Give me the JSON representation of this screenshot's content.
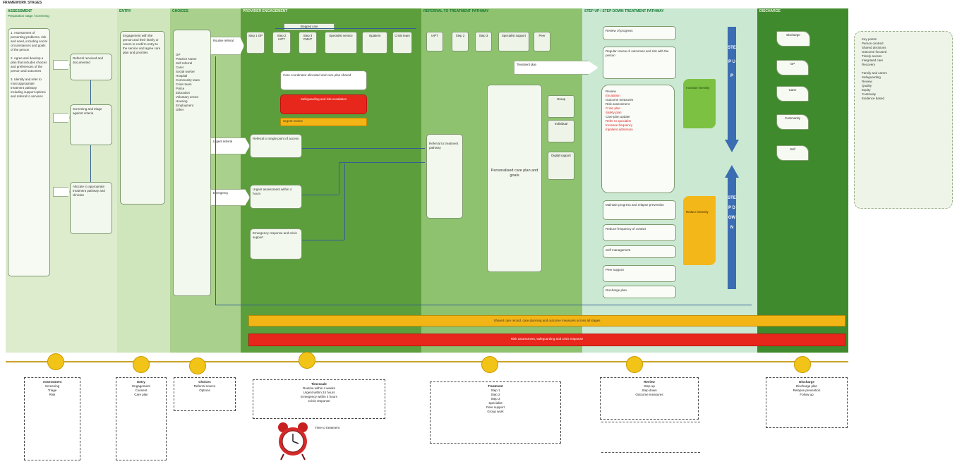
{
  "page_title": "FRAMEWORK STAGES",
  "columns": [
    {
      "title": "ASSESSMENT",
      "subtitle": "Preparation stage / screening",
      "color": "#dceccd"
    },
    {
      "title": "ENTRY",
      "subtitle": "",
      "color": "#cfe5bc"
    },
    {
      "title": "CHOICES",
      "subtitle": "",
      "color": "#a9d08c"
    },
    {
      "title": "PROVIDER ENGAGEMENT",
      "subtitle": "",
      "color": "#5c9e3c"
    },
    {
      "title": "REFERRAL TO TREATMENT PATHWAY",
      "subtitle": "",
      "color": "#8fc26f"
    },
    {
      "title": "STEP UP / STEP DOWN TREATMENT PATHWAY",
      "subtitle": "",
      "color": "#cbe9d2"
    },
    {
      "title": "DISCHARGE",
      "subtitle": "",
      "color": "#3f8a2c"
    }
  ],
  "assessment": {
    "steps": [
      "1. Assessment of presenting problems, risk and need, including social circumstances and goals of the person",
      "2. Agree and develop a plan that includes choices and preferences of the person and outcomes",
      "3. Identify and refer to most appropriate treatment pathway including support options and referral to services"
    ],
    "boxes": [
      "Referral received and documented",
      "Screening and triage against criteria",
      "Allocate to appropriate treatment pathway and clinician"
    ]
  },
  "entry": {
    "text": "Engagement with the person and their family or carers to confirm entry to the service and agree care plan and priorities"
  },
  "choices": {
    "items": [
      "GP",
      "Practice Nurse",
      "Self referral",
      "Carer",
      "Social worker",
      "Hospital",
      "Community team",
      "Crisis team",
      "Police",
      "Education",
      "Voluntary sector",
      "Housing",
      "Employment",
      "Other"
    ]
  },
  "provider": {
    "group_label": "Stepped care",
    "arrows": [
      "Routine referral",
      "Urgent referral",
      "Emergency"
    ],
    "top_pills": [
      "Step 1 GP",
      "Step 2 IAPT",
      "Step 3 CMHT",
      "Specialist service",
      "Inpatient",
      "Crisis team"
    ],
    "boxes": [
      "Referral to single point of access",
      "Urgent assessment within 4 hours",
      "Emergency response and crisis support"
    ],
    "note_box": "Care coordinator allocated and care plan shared",
    "red_box": "Safeguarding and risk escalation",
    "orange_box": "Urgent review"
  },
  "referral": {
    "top_pills": [
      "IAPT",
      "Step 2",
      "Step 3",
      "Specialist support",
      "Peer"
    ],
    "arrow": "Treatment plan",
    "left_box": "Referral to treatment pathway",
    "center_box": "Personalised care plan and goals",
    "right_pills": [
      "Group",
      "Individual",
      "Digital support"
    ]
  },
  "stepupdown": {
    "top_box": "Review of progress",
    "mid_box": "Regular review of outcomes and risk with the person",
    "list_black": [
      "Review",
      "Outcome measures",
      "Risk assessment",
      "Care plan update"
    ],
    "list_red": [
      "Escalation",
      "Crisis plan",
      "Safety plan",
      "Refer to specialist",
      "Increase frequency",
      "Inpatient admission"
    ],
    "lower_boxes": [
      "Maintain progress and relapse prevention",
      "Reduce frequency of contact",
      "Self management",
      "Peer support",
      "Discharge plan"
    ],
    "step_up_label": "STEP UP",
    "step_down_label": "STEP DOWN",
    "flag_up": "Increase intensity",
    "flag_down": "Reduce intensity"
  },
  "discharge": {
    "flags": [
      "Discharge",
      "GP",
      "Carer",
      "Community",
      "Self"
    ]
  },
  "side_panel": {
    "lines": [
      "Key points",
      "Person centred",
      "Shared decisions",
      "Outcome focused",
      "Timely access",
      "Integrated care",
      "Recovery",
      "Family and carers",
      "Safeguarding",
      "Review",
      "Quality",
      "Equity",
      "Continuity",
      "Evidence based"
    ]
  },
  "bars": {
    "yellow": "Shared care record, care planning and outcome measures across all stages",
    "red": "Risk assessment, safeguarding and crisis response"
  },
  "timeline": {
    "cards": [
      {
        "title": "Assessment",
        "lines": [
          "Screening",
          "Triage",
          "Risk"
        ]
      },
      {
        "title": "Entry",
        "lines": [
          "Engagement",
          "Consent",
          "Care plan"
        ]
      },
      {
        "title": "Choices",
        "lines": [
          "Referral source",
          "Options"
        ]
      },
      {
        "title": "Timescale",
        "lines": [
          "Routine within 4 weeks",
          "Urgent within 24 hours",
          "Emergency within 4 hours",
          "Crisis response"
        ]
      },
      {
        "title": "Treatment",
        "lines": [
          "Step 1",
          "Step 2",
          "Step 3",
          "Specialist",
          "Peer support",
          "Group work"
        ]
      },
      {
        "title": "Review",
        "lines": [
          "Step up",
          "Step down",
          "Outcome measures"
        ]
      },
      {
        "title": "Discharge",
        "lines": [
          "Discharge plan",
          "Relapse prevention",
          "Follow up"
        ]
      }
    ],
    "clock_note": "Time to treatment"
  }
}
